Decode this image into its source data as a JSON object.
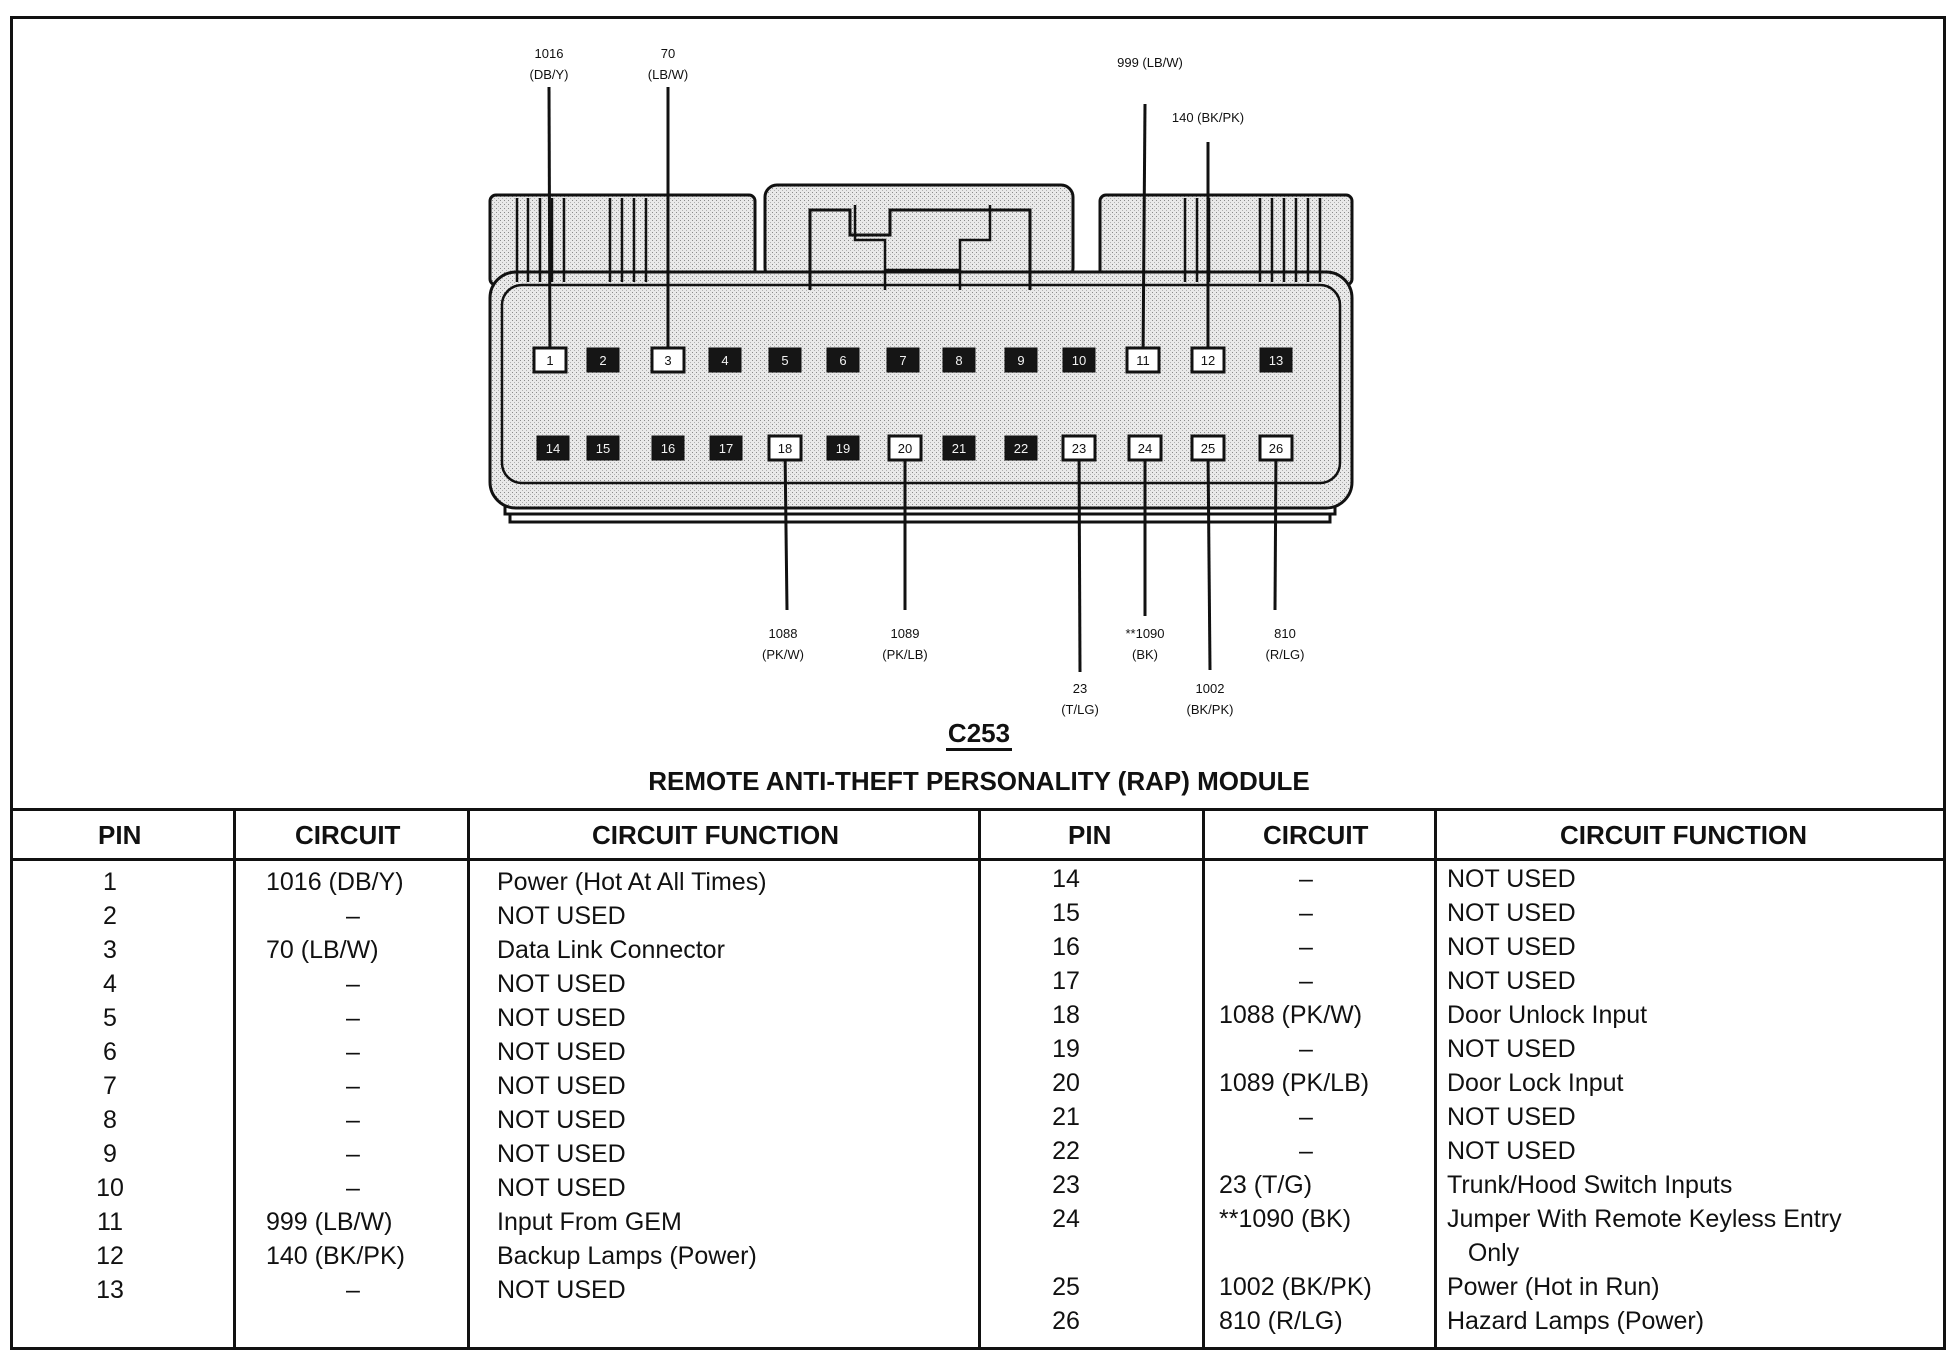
{
  "connector": {
    "id": "C253",
    "module_title": "REMOTE ANTI-THEFT PERSONALITY (RAP) MODULE",
    "top_row_pins": [
      "1",
      "2",
      "3",
      "4",
      "5",
      "6",
      "7",
      "8",
      "9",
      "10",
      "11",
      "12",
      "13"
    ],
    "bottom_row_pins": [
      "14",
      "15",
      "16",
      "17",
      "18",
      "19",
      "20",
      "21",
      "22",
      "23",
      "24",
      "25",
      "26"
    ],
    "used_pins": [
      "1",
      "3",
      "11",
      "12",
      "18",
      "20",
      "23",
      "24",
      "25",
      "26"
    ],
    "wire_labels": [
      {
        "pin": "1",
        "lines": [
          "1016",
          "(DB/Y)"
        ]
      },
      {
        "pin": "3",
        "lines": [
          "70",
          "(LB/W)"
        ]
      },
      {
        "pin": "11",
        "lines": [
          "999 (LB/W)"
        ]
      },
      {
        "pin": "12",
        "lines": [
          "140 (BK/PK)"
        ]
      },
      {
        "pin": "18",
        "lines": [
          "1088",
          "(PK/W)"
        ]
      },
      {
        "pin": "20",
        "lines": [
          "1089",
          "(PK/LB)"
        ]
      },
      {
        "pin": "23",
        "lines": [
          "23",
          "(T/LG)"
        ]
      },
      {
        "pin": "24",
        "lines": [
          "**1090",
          "(BK)"
        ]
      },
      {
        "pin": "25",
        "lines": [
          "1002",
          "(BK/PK)"
        ]
      },
      {
        "pin": "26",
        "lines": [
          "810",
          "(R/LG)"
        ]
      }
    ]
  },
  "table": {
    "headers": [
      "PIN",
      "CIRCUIT",
      "CIRCUIT FUNCTION",
      "PIN",
      "CIRCUIT",
      "CIRCUIT FUNCTION"
    ],
    "left": {
      "pins": [
        "1",
        "2",
        "3",
        "4",
        "5",
        "6",
        "7",
        "8",
        "9",
        "10",
        "11",
        "12",
        "13"
      ],
      "circuits": [
        "1016 (DB/Y)",
        "–",
        "70 (LB/W)",
        "–",
        "–",
        "–",
        "–",
        "–",
        "–",
        "–",
        "999 (LB/W)",
        "140 (BK/PK)",
        "–"
      ],
      "functions": [
        "Power (Hot At All Times)",
        "NOT USED",
        "Data Link Connector",
        "NOT USED",
        "NOT USED",
        "NOT USED",
        "NOT USED",
        "NOT USED",
        "NOT USED",
        "NOT USED",
        "Input From GEM",
        "Backup Lamps (Power)",
        "NOT USED"
      ]
    },
    "right": {
      "pins": [
        "14",
        "15",
        "16",
        "17",
        "18",
        "19",
        "20",
        "21",
        "22",
        "23",
        "24",
        "",
        "25",
        "26"
      ],
      "circuits": [
        "–",
        "–",
        "–",
        "–",
        "1088 (PK/W)",
        "–",
        "1089 (PK/LB)",
        "–",
        "–",
        "23 (T/G)",
        "**1090 (BK)",
        "",
        "1002 (BK/PK)",
        "810 (R/LG)"
      ],
      "functions": [
        "NOT USED",
        "NOT USED",
        "NOT USED",
        "NOT USED",
        "Door Unlock Input",
        "NOT USED",
        "Door Lock Input",
        "NOT USED",
        "NOT USED",
        "Trunk/Hood Switch Inputs",
        "Jumper With Remote Keyless Entry",
        "   Only",
        "Power (Hot in Run)",
        "Hazard Lamps (Power)"
      ]
    }
  }
}
